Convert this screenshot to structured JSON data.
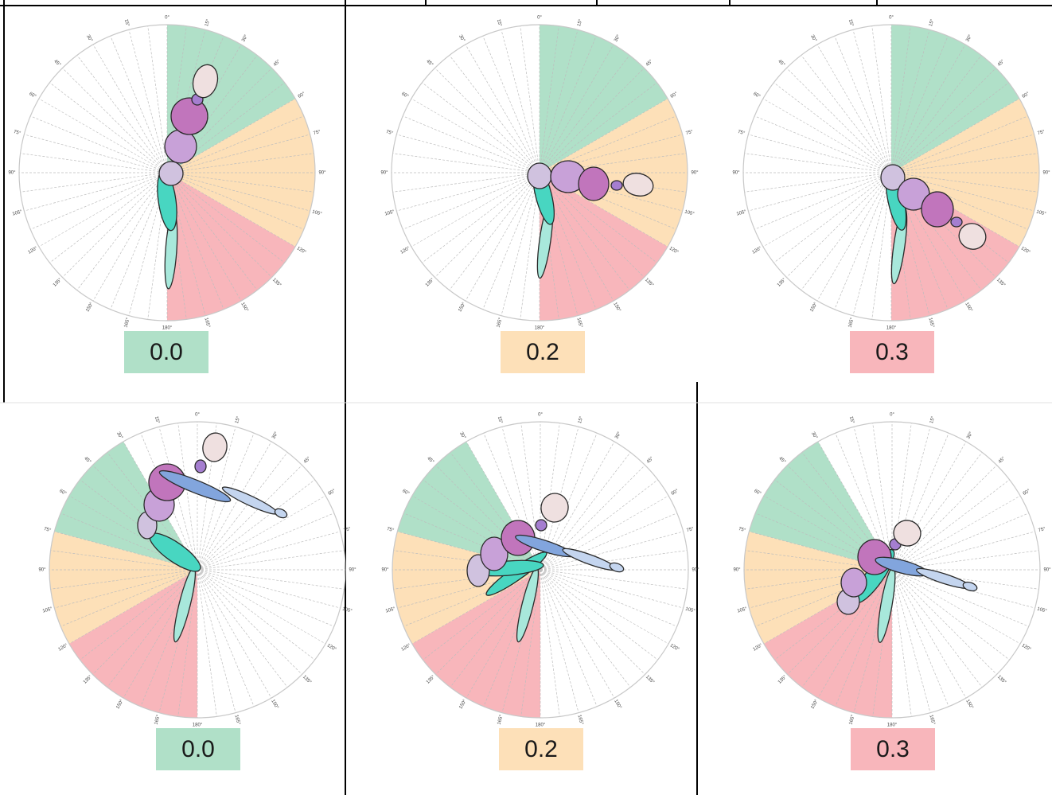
{
  "colors": {
    "green": "#b0e0c8",
    "orange": "#fde0b8",
    "red": "#f8b6bb",
    "circle_outline": "#c8c8c8",
    "radial_dash": "#bdbdbd",
    "head": "#efe0e0",
    "neck": "#a57ed0",
    "chest": "#c175bc",
    "abdomen": "#c8a1d8",
    "pelvis": "#d0c2df",
    "thigh": "#48d6c1",
    "shin": "#a8e8db",
    "upper_arm": "#82a5dd",
    "forearm": "#c4d5ef"
  },
  "angle_labels": [
    "0°",
    "15°",
    "30°",
    "45°",
    "60°",
    "75°",
    "90°",
    "105°",
    "120°",
    "135°",
    "150°",
    "165°",
    "180°"
  ],
  "panels": [
    {
      "id": "top-standing-low",
      "label": "0.0",
      "label_color": "green"
    },
    {
      "id": "top-bent-mid",
      "label": "0.2",
      "label_color": "orange"
    },
    {
      "id": "top-bent-high",
      "label": "0.3",
      "label_color": "red"
    },
    {
      "id": "bottom-arm-low",
      "label": "0.0",
      "label_color": "green"
    },
    {
      "id": "bottom-arm-mid",
      "label": "0.2",
      "label_color": "orange"
    },
    {
      "id": "bottom-arm-high",
      "label": "0.3",
      "label_color": "red"
    }
  ]
}
